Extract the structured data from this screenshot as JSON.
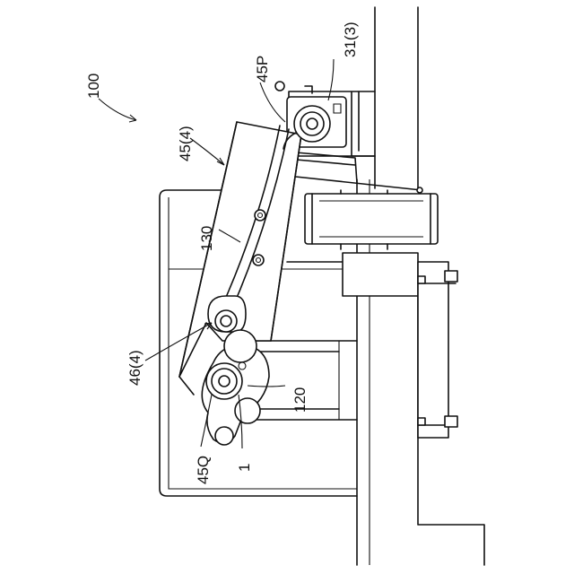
{
  "labels": {
    "assembly": "100",
    "unit_31": "31(3)",
    "point_45p": "45P",
    "member_45": "45(4)",
    "part_130": "130",
    "member_46": "46(4)",
    "part_120": "120",
    "point_45q": "45Q",
    "part_1": "1"
  }
}
